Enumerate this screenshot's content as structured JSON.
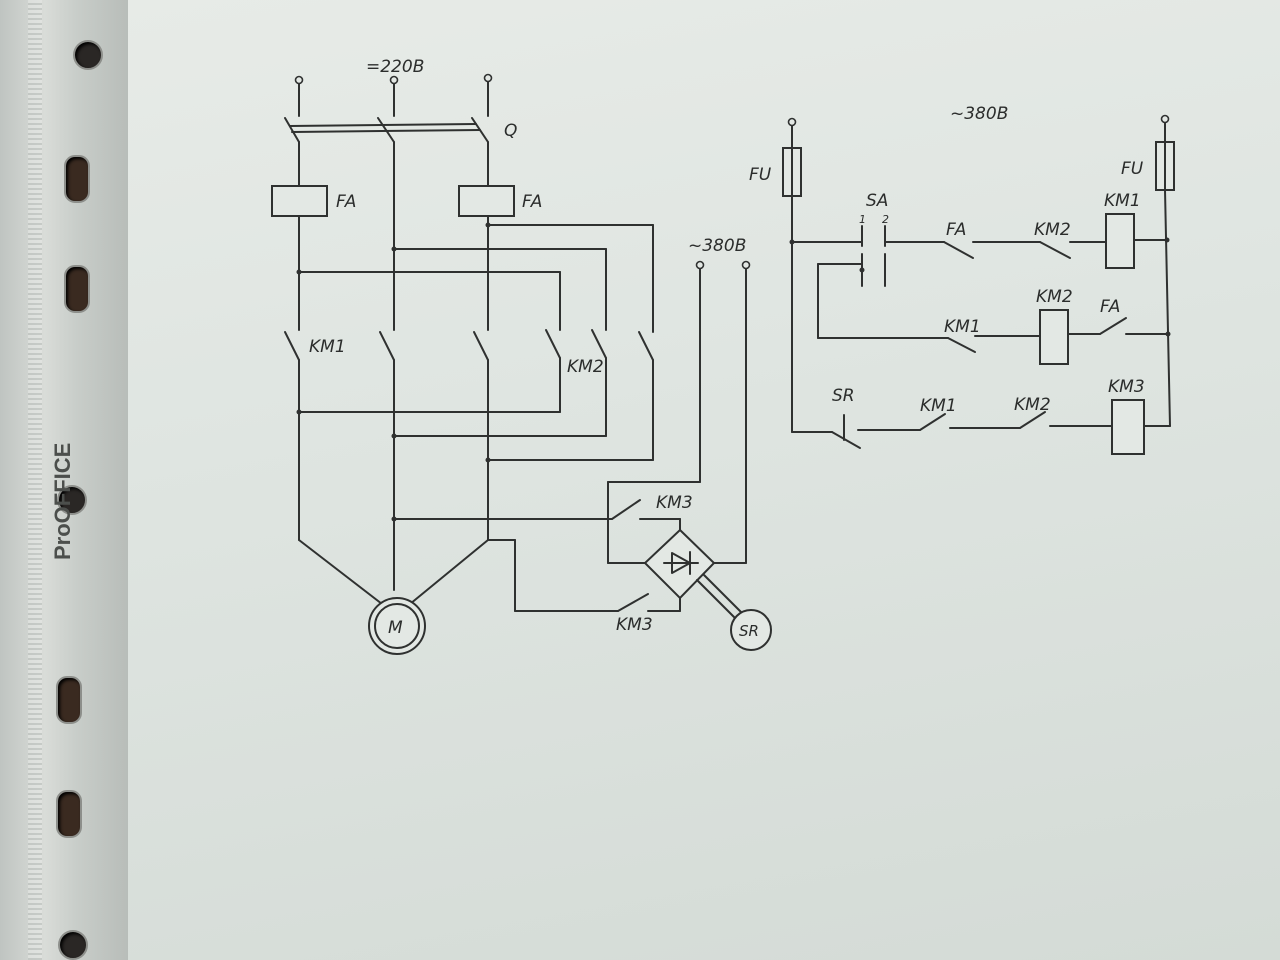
{
  "binder": {
    "brand": "ProOFFICE"
  },
  "power_circuit": {
    "supply_dc": "=220В",
    "switch": "Q",
    "relay_left": "FA",
    "relay_right": "FA",
    "supply_ac": "~380В",
    "contactor_1": "KM1",
    "contactor_2": "KM2",
    "brake_contact_top": "KM3",
    "brake_contact_bottom": "KM3",
    "motor": "M",
    "speed_relay": "SR"
  },
  "control_circuit": {
    "supply": "~380В",
    "fuse_left": "FU",
    "fuse_right": "FU",
    "switch": "SA",
    "switch_pos_1": "1",
    "switch_pos_2": "2",
    "rung1_fa": "FA",
    "rung1_km2": "KM2",
    "rung1_coil": "KM1",
    "rung2_km1": "KM1",
    "rung2_coil": "KM2",
    "rung2_fa": "FA",
    "rung3_sr": "SR",
    "rung3_km1": "KM1",
    "rung3_km2": "KM2",
    "rung3_coil": "KM3"
  }
}
